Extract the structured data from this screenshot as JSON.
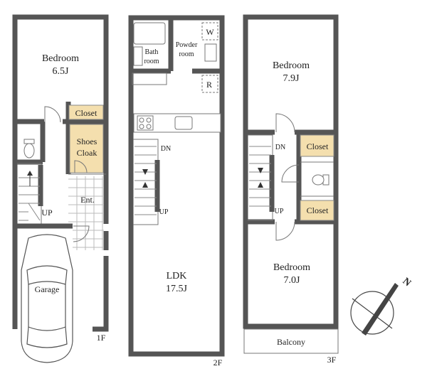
{
  "floor1": {
    "level": "1F",
    "bedroom": "Bedroom",
    "bedroom_size": "6.5J",
    "closet": "Closet",
    "shoes_line1": "Shoes",
    "shoes_line2": "Cloak",
    "entrance": "Ent.",
    "up": "UP",
    "garage": "Garage"
  },
  "floor2": {
    "level": "2F",
    "bath_line1": "Bath",
    "bath_line2": "room",
    "powder_line1": "Powder",
    "powder_line2": "room",
    "washer": "W",
    "fridge": "R",
    "down": "DN",
    "up": "UP",
    "ldk": "LDK",
    "ldk_size": "17.5J"
  },
  "floor3": {
    "level": "3F",
    "bedroom_a": "Bedroom",
    "bedroom_a_size": "7.9J",
    "closet_a": "Closet",
    "down": "DN",
    "closet_b": "Closet",
    "up": "UP",
    "bedroom_b": "Bedroom",
    "bedroom_b_size": "7.0J",
    "balcony": "Balcony"
  },
  "compass": {
    "north": "N"
  }
}
